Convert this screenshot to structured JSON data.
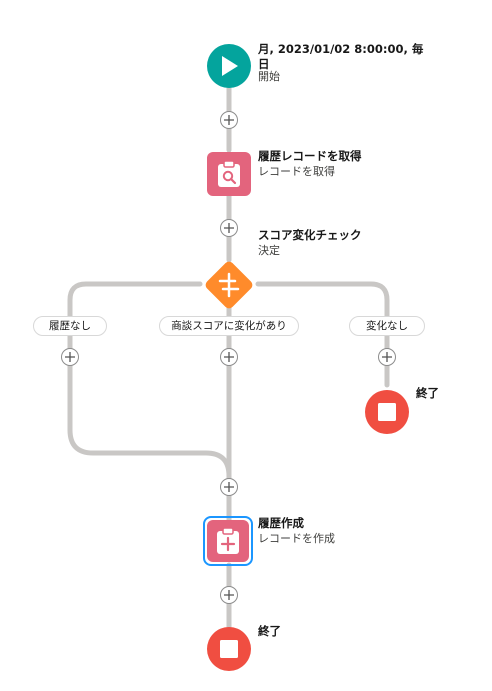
{
  "colors": {
    "connector": "#c9c7c5",
    "start": "#04a49d",
    "getRecords": "#e3647d",
    "decision": "#ff8b2b",
    "end": "#f04e41",
    "selected": "#1b96ff"
  },
  "start": {
    "title": "月, 2023/01/02 8:00:00, 毎日",
    "subtitle": "開始",
    "icon": "play-icon"
  },
  "get_records": {
    "title": "履歴レコードを取得",
    "subtitle": "レコードを取得",
    "icon": "clipboard-search-icon"
  },
  "decision": {
    "title": "スコア変化チェック",
    "subtitle": "決定",
    "icon": "decision-icon"
  },
  "branches": [
    {
      "label": "履歴なし"
    },
    {
      "label": "商談スコアに変化があり"
    },
    {
      "label": "変化なし"
    }
  ],
  "end_right": {
    "title": "終了",
    "icon": "stop-icon"
  },
  "create_record": {
    "title": "履歴作成",
    "subtitle": "レコードを作成",
    "icon": "clipboard-plus-icon"
  },
  "end_bottom": {
    "title": "終了",
    "icon": "stop-icon"
  }
}
